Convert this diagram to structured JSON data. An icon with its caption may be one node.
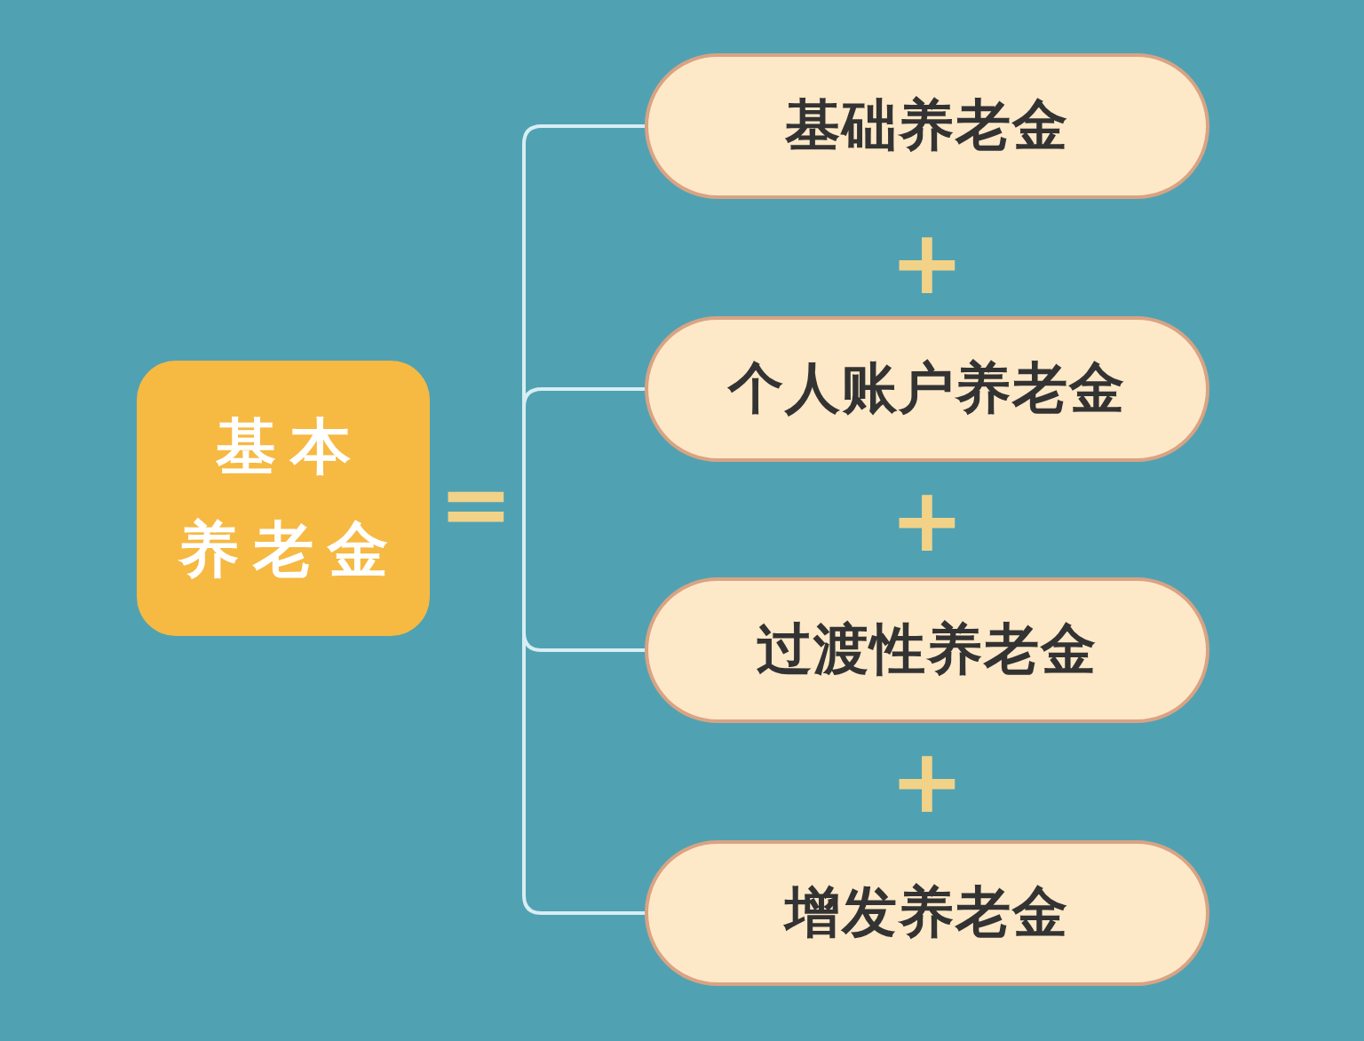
{
  "diagram": {
    "nodes": [
      {
        "text": [
          "基本养老金"
        ]
      },
      {
        "text": [
          "基础养老金"
        ]
      },
      {
        "text": [
          "个人账户养老金"
        ]
      },
      {
        "text": [
          "过渡性养老金"
        ]
      },
      {
        "text": [
          "增发养老金"
        ]
      }
    ],
    "edges": [
      {
        "from": null,
        "to": 1,
        "arrow": "none"
      },
      {
        "from": null,
        "to": 2,
        "arrow": "none"
      },
      {
        "from": null,
        "to": 3,
        "arrow": "none"
      },
      {
        "from": null,
        "to": 4,
        "arrow": "none"
      }
    ],
    "labels": [
      "=",
      "+",
      "+",
      "+"
    ]
  }
}
